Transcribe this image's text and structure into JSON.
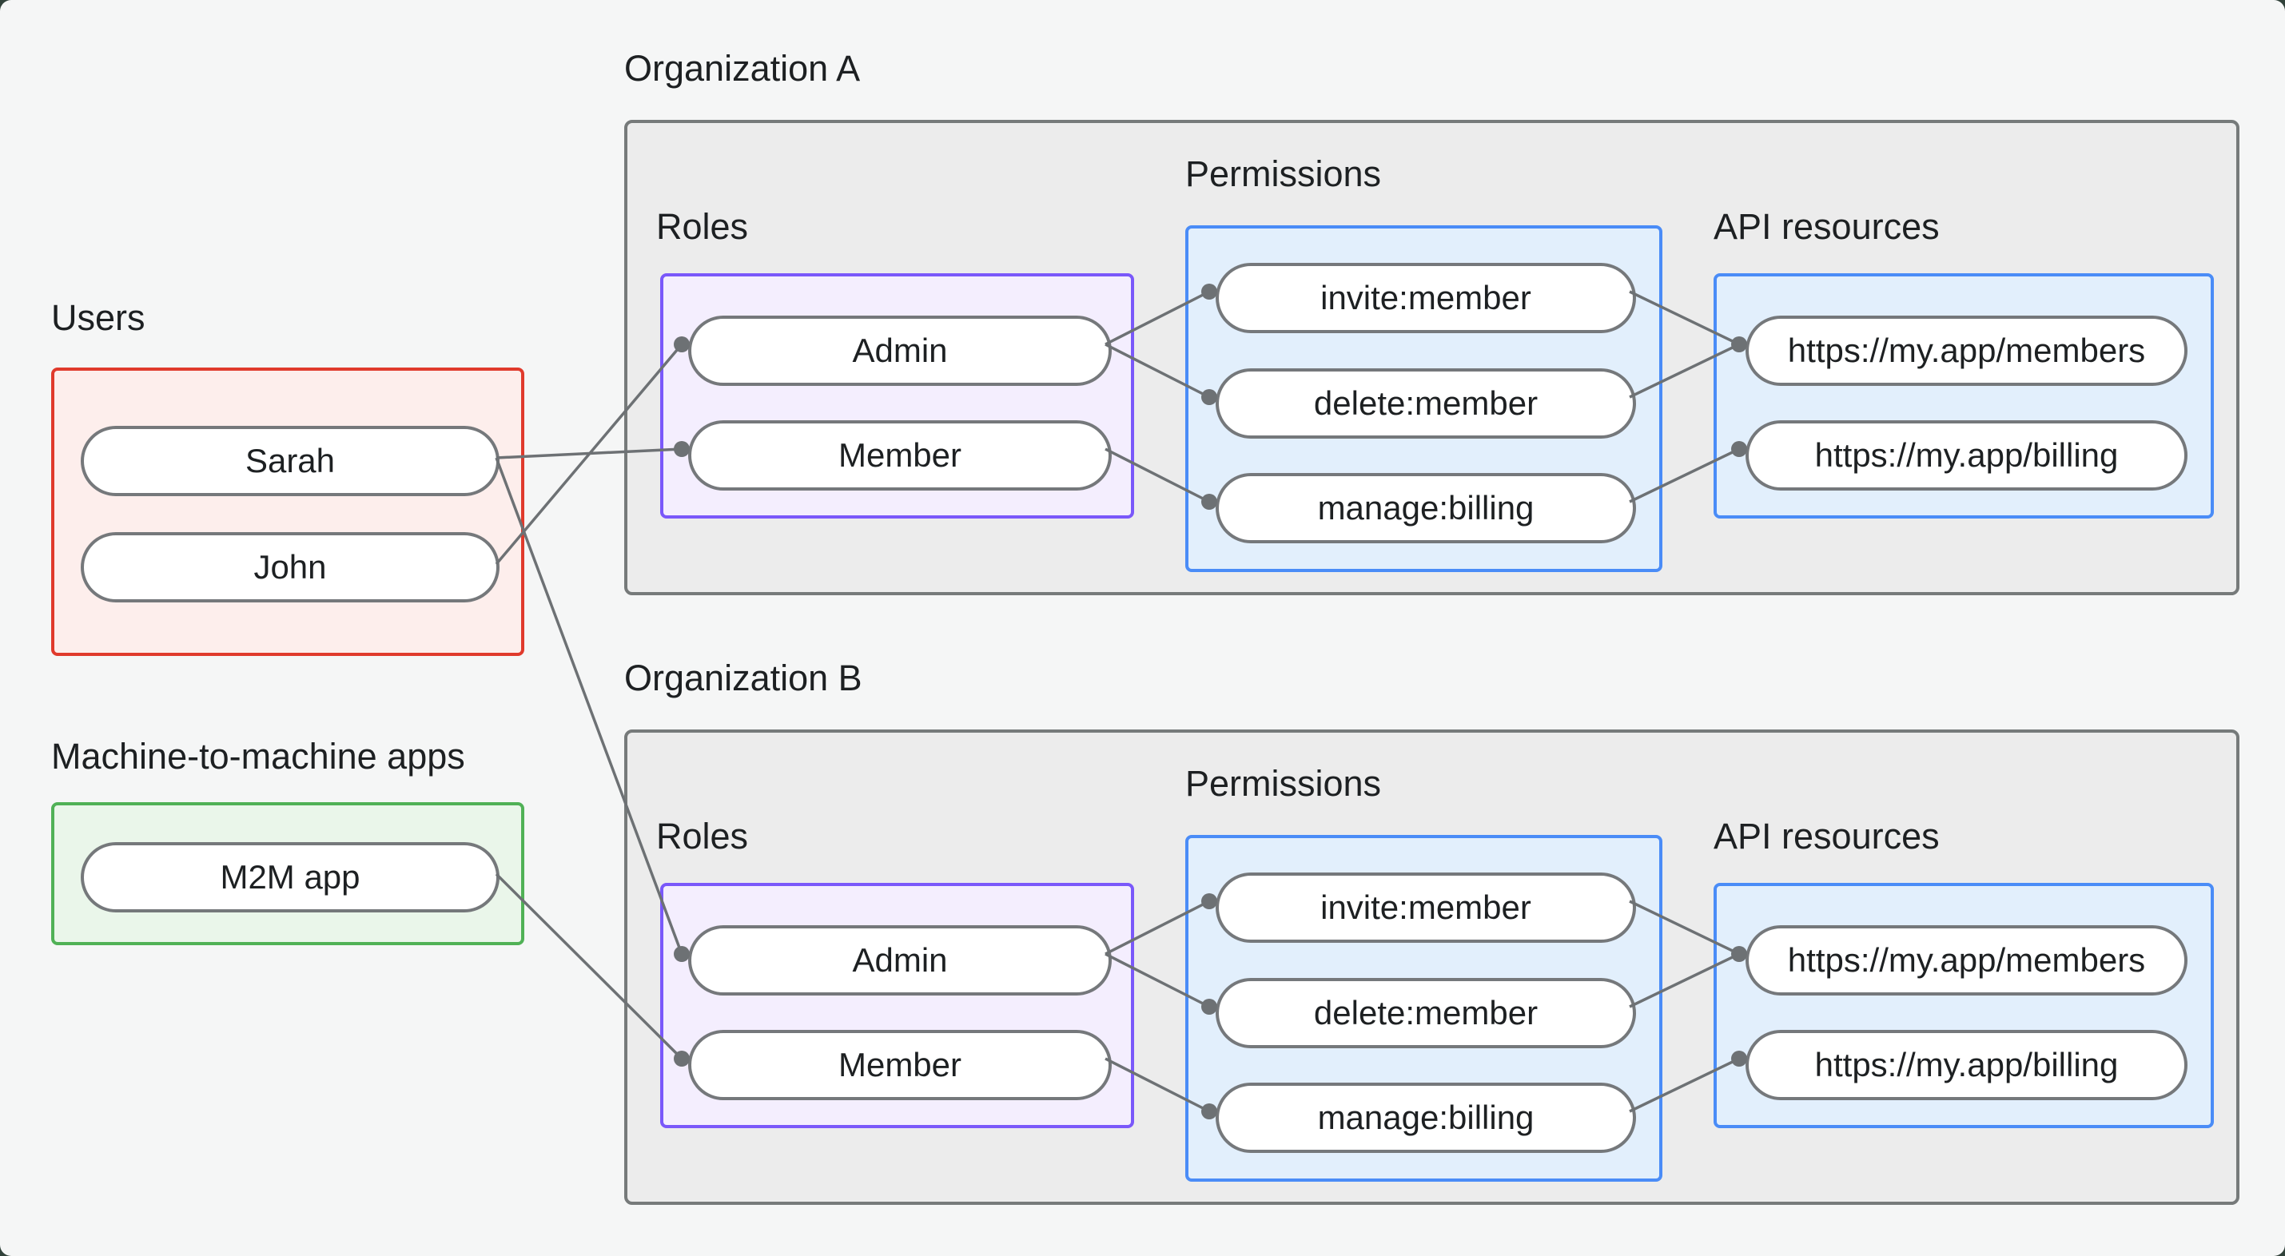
{
  "users_group": {
    "label": "Users",
    "items": [
      "Sarah",
      "John"
    ]
  },
  "m2m_group": {
    "label": "Machine-to-machine apps",
    "items": [
      "M2M app"
    ]
  },
  "orgs": [
    {
      "title": "Organization A",
      "roles_label": "Roles",
      "roles": [
        "Admin",
        "Member"
      ],
      "permissions_label": "Permissions",
      "permissions": [
        "invite:member",
        "delete:member",
        "manage:billing"
      ],
      "api_label": "API resources",
      "resources": [
        "https://my.app/members",
        "https://my.app/billing"
      ]
    },
    {
      "title": "Organization B",
      "roles_label": "Roles",
      "roles": [
        "Admin",
        "Member"
      ],
      "permissions_label": "Permissions",
      "permissions": [
        "invite:member",
        "delete:member",
        "manage:billing"
      ],
      "api_label": "API resources",
      "resources": [
        "https://my.app/members",
        "https://my.app/billing"
      ]
    }
  ],
  "connections": [
    {
      "from": "John",
      "to": "Admin",
      "scope": "Organization A"
    },
    {
      "from": "Sarah",
      "to": "Member",
      "scope": "Organization A"
    },
    {
      "from": "Sarah",
      "to": "Admin",
      "scope": "Organization B"
    },
    {
      "from": "M2M app",
      "to": "Member",
      "scope": "Organization B"
    },
    {
      "from": "Admin",
      "to": "invite:member",
      "scope": "Organization A"
    },
    {
      "from": "Admin",
      "to": "delete:member",
      "scope": "Organization A"
    },
    {
      "from": "Member",
      "to": "manage:billing",
      "scope": "Organization A"
    },
    {
      "from": "invite:member",
      "to": "https://my.app/members",
      "scope": "Organization A"
    },
    {
      "from": "delete:member",
      "to": "https://my.app/members",
      "scope": "Organization A"
    },
    {
      "from": "manage:billing",
      "to": "https://my.app/billing",
      "scope": "Organization A"
    },
    {
      "from": "Admin",
      "to": "invite:member",
      "scope": "Organization B"
    },
    {
      "from": "Admin",
      "to": "delete:member",
      "scope": "Organization B"
    },
    {
      "from": "Member",
      "to": "manage:billing",
      "scope": "Organization B"
    },
    {
      "from": "invite:member",
      "to": "https://my.app/members",
      "scope": "Organization B"
    },
    {
      "from": "delete:member",
      "to": "https://my.app/members",
      "scope": "Organization B"
    },
    {
      "from": "manage:billing",
      "to": "https://my.app/billing",
      "scope": "Organization B"
    }
  ],
  "colors": {
    "page_background": "#f5f6f6",
    "outer_background": "#31423a",
    "users_border": "#e03a2c",
    "users_fill": "#fdeeec",
    "m2m_border": "#50b156",
    "m2m_fill": "#eaf6ea",
    "org_border": "#767a7a",
    "org_fill": "#ececec",
    "roles_border": "#7a58fa",
    "roles_fill": "#f4eefe",
    "blue_border": "#4a8cf7",
    "blue_fill": "#e2effc",
    "node_border": "#75787b",
    "edge_color": "#6d7174",
    "text_color": "#1d2022"
  }
}
